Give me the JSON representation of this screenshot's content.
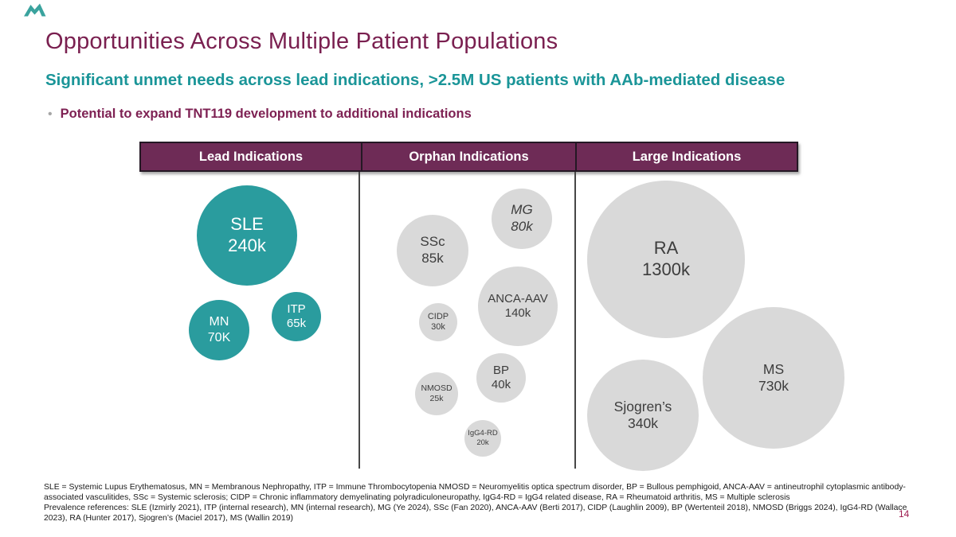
{
  "slide": {
    "title": "Opportunities Across Multiple Patient Populations",
    "subtitle": "Significant unmet needs across lead indications,  >2.5M US patients with AAb-mediated disease",
    "bullet_marker": "•",
    "bullet": "Potential to expand TNT119 development to additional indications",
    "page_number": "14"
  },
  "table": {
    "columns": [
      "Lead Indications",
      "Orphan Indications",
      "Large Indications"
    ]
  },
  "bubbles": [
    {
      "group": "Lead Indications",
      "label": "SLE",
      "value": "240k"
    },
    {
      "group": "Lead Indications",
      "label": "MN",
      "value": "70K"
    },
    {
      "group": "Lead Indications",
      "label": "ITP",
      "value": "65k"
    },
    {
      "group": "Orphan Indications",
      "label": "SSc",
      "value": "85k"
    },
    {
      "group": "Orphan Indications",
      "label": "MG",
      "value": "80k"
    },
    {
      "group": "Orphan Indications",
      "label": "ANCA-AAV",
      "value": "140k"
    },
    {
      "group": "Orphan Indications",
      "label": "CIDP",
      "value": "30k"
    },
    {
      "group": "Orphan Indications",
      "label": "BP",
      "value": "40k"
    },
    {
      "group": "Orphan Indications",
      "label": "NMOSD",
      "value": "25k"
    },
    {
      "group": "Orphan Indications",
      "label": "IgG4-RD",
      "value": "20k"
    },
    {
      "group": "Large Indications",
      "label": "RA",
      "value": "1300k"
    },
    {
      "group": "Large Indications",
      "label": "Sjogren’s",
      "value": "340k"
    },
    {
      "group": "Large Indications",
      "label": "MS",
      "value": "730k"
    }
  ],
  "footnotes": {
    "lines": [
      "SLE = Systemic Lupus Erythematosus, MN = Membranous Nephropathy, ITP = Immune Thrombocytopenia NMOSD = Neuromyelitis optica spectrum disorder, BP = Bullous pemphigoid, ANCA-AAV = antineutrophil cytoplasmic antibody-",
      "associated vasculitides, SSc = Systemic sclerosis; CIDP = Chronic inflammatory demyelinating polyradiculoneuropathy, IgG4-RD = IgG4 related disease, RA = Rheumatoid arthritis, MS = Multiple sclerosis",
      "Prevalence references: SLE (Izmirly 2021), ITP (internal research), MN (internal research), MG (Ye 2024), SSc (Fan 2020), ANCA-AAV (Berti 2017), CIDP (Laughlin 2009), BP (Wertenteil 2018), NMOSD (Briggs 2024), IgG4-RD (Wallace",
      "2023), RA (Hunter 2017),  Sjogren’s (Maciel 2017), MS (Wallin 2019)"
    ]
  },
  "colors": {
    "title_maroon": "#7A2050",
    "subtitle_teal": "#1A9598",
    "bullet_maroon": "#7E2153",
    "header_plum": "#6E2B56",
    "bubble_teal": "#2A9C9E",
    "bubble_gray": "#D9D9D9",
    "page_number_maroon": "#9E1B4F",
    "logo_teal": "#2F9E99"
  },
  "chart_data": {
    "type": "scatter",
    "subtype": "bubble",
    "title": "US patient populations by indication (bubble area ~ prevalence)",
    "value_unit": "thousands of US patients",
    "legend_position": "none",
    "grid": false,
    "series": [
      {
        "name": "Lead Indications",
        "color": "#2A9C9E",
        "points": [
          {
            "label": "SLE",
            "value_k": 240
          },
          {
            "label": "MN",
            "value_k": 70
          },
          {
            "label": "ITP",
            "value_k": 65
          }
        ]
      },
      {
        "name": "Orphan Indications",
        "color": "#D9D9D9",
        "points": [
          {
            "label": "SSc",
            "value_k": 85
          },
          {
            "label": "MG",
            "value_k": 80
          },
          {
            "label": "ANCA-AAV",
            "value_k": 140
          },
          {
            "label": "CIDP",
            "value_k": 30
          },
          {
            "label": "BP",
            "value_k": 40
          },
          {
            "label": "NMOSD",
            "value_k": 25
          },
          {
            "label": "IgG4-RD",
            "value_k": 20
          }
        ]
      },
      {
        "name": "Large Indications",
        "color": "#D9D9D9",
        "points": [
          {
            "label": "RA",
            "value_k": 1300
          },
          {
            "label": "Sjogren’s",
            "value_k": 340
          },
          {
            "label": "MS",
            "value_k": 730
          }
        ]
      }
    ]
  }
}
